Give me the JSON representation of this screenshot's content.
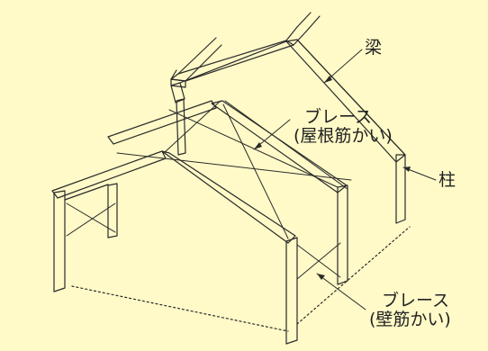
{
  "labels": {
    "beam": "梁",
    "roof_brace_line1": "ブレース",
    "roof_brace_line2": "(屋根筋かい)",
    "column": "柱",
    "wall_brace_line1": "ブレース",
    "wall_brace_line2": "(壁筋かい)"
  },
  "colors": {
    "background": "#fffac8",
    "line": "#2a2a2a",
    "member_fill": "#fffac8"
  }
}
